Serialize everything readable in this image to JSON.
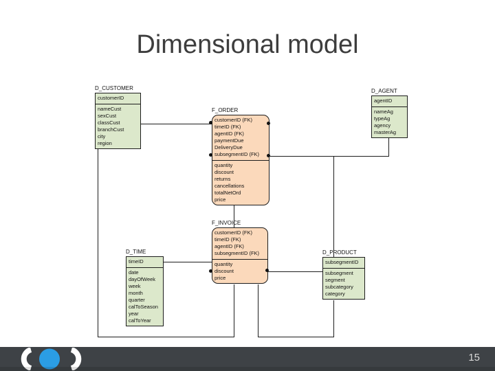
{
  "slide": {
    "title": "Dimensional model",
    "page_number": "15"
  },
  "colors": {
    "background": "#ffffff",
    "title_text": "#3d3d3d",
    "dimension_fill": "#dce8cb",
    "fact_fill": "#fbd9bb",
    "entity_border": "#1c1c1c",
    "connector": "#1c1c1c",
    "footer_bar": "#3e4246",
    "footer_text": "#d9d9d9",
    "logo_circle": "#2b9de4",
    "logo_brackets": "#ffffff"
  },
  "diagram": {
    "entities": [
      {
        "id": "d_customer",
        "name": "D_CUSTOMER",
        "kind": "dimension",
        "key_fields": [
          "customerID"
        ],
        "attributes": [
          "nameCust",
          "sexCust",
          "classCust",
          "branchCust",
          "city",
          "region"
        ]
      },
      {
        "id": "f_order",
        "name": "F_ORDER",
        "kind": "fact",
        "key_fields": [
          "customerID (FK)",
          "timeID (FK)",
          "agentID (FK)",
          "paymentDue",
          "DeliveryDue",
          "subsegmentID (FK)"
        ],
        "attributes": [
          "quantity",
          "discount",
          "returns",
          "cancellations",
          "totalNetOrd",
          "price"
        ]
      },
      {
        "id": "d_agent",
        "name": "D_AGENT",
        "kind": "dimension",
        "key_fields": [
          "agentID"
        ],
        "attributes": [
          "nameAg",
          "typeAg",
          "agency",
          "masterAg"
        ]
      },
      {
        "id": "f_invoice",
        "name": "F_INVOICE",
        "kind": "fact",
        "key_fields": [
          "customerID (FK)",
          "timeID (FK)",
          "agentID (FK)",
          "subsegmentID (FK)"
        ],
        "attributes": [
          "quantity",
          "discount",
          "price"
        ]
      },
      {
        "id": "d_time",
        "name": "D_TIME",
        "kind": "dimension",
        "key_fields": [
          "timeID"
        ],
        "attributes": [
          "date",
          "dayOfWeek",
          "week",
          "month",
          "quarter",
          "calToSeason",
          "year",
          "calToYear"
        ]
      },
      {
        "id": "d_product",
        "name": "D_PRODUCT",
        "kind": "dimension",
        "key_fields": [
          "subsegmentID"
        ],
        "attributes": [
          "subsegment",
          "segment",
          "subcategory",
          "category"
        ]
      }
    ]
  }
}
